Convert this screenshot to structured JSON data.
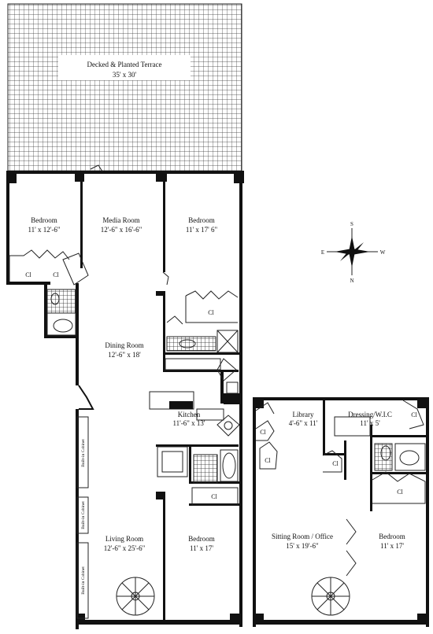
{
  "terrace": {
    "name": "Decked & Planted Terrace",
    "dims": "35' x 30'"
  },
  "compass": {
    "s": "S",
    "w": "W",
    "n": "N",
    "e": "E"
  },
  "main_floor": {
    "bedroom_nw": {
      "name": "Bedroom",
      "dims": "11' x 12'-6\""
    },
    "media_room": {
      "name": "Media Room",
      "dims": "12'-6\" x 16'-6\""
    },
    "bedroom_ne": {
      "name": "Bedroom",
      "dims": "11' x 17' 6\""
    },
    "dining_room": {
      "name": "Dining Room",
      "dims": "12'-6\" x 18'"
    },
    "kitchen": {
      "name": "Kitchen",
      "dims": "11'-6\" x 13'"
    },
    "living_room": {
      "name": "Living Room",
      "dims": "12'-6\" x 25'-6\""
    },
    "bedroom_se": {
      "name": "Bedroom",
      "dims": "11' x 17'"
    },
    "closet": "Cl",
    "built_in_cabinet": "Built-in Cabinet"
  },
  "upper_floor": {
    "library": {
      "name": "Library",
      "dims": "4'-6\" x 11'"
    },
    "dressing": {
      "name": "Dressing/W.I.C",
      "dims": "11' x 5'"
    },
    "sitting_room": {
      "name": "Sitting Room / Office",
      "dims": "15' x 19'-6\""
    },
    "bedroom": {
      "name": "Bedroom",
      "dims": "11' x 17'"
    },
    "closet": "Cl"
  }
}
